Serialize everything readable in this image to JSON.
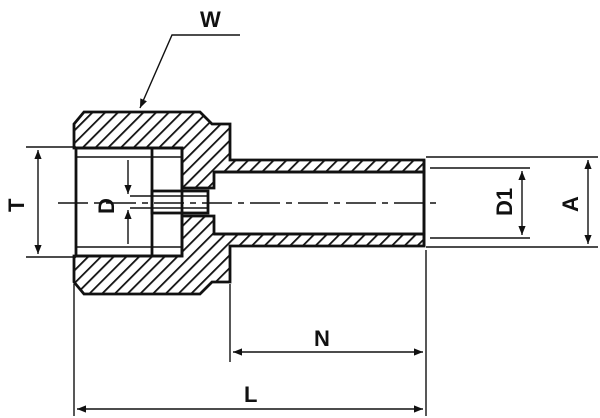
{
  "diagram": {
    "labels": {
      "w": "W",
      "t": "T",
      "d": "D",
      "d1": "D1",
      "a": "A",
      "n": "N",
      "l": "L"
    }
  }
}
